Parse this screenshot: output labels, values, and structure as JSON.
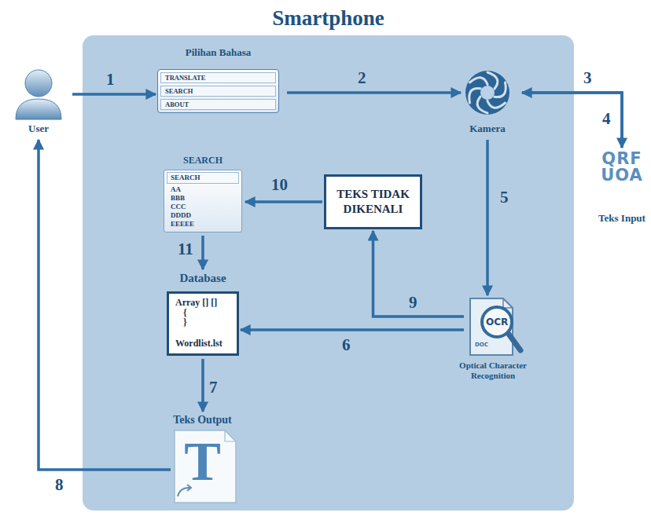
{
  "diagram": {
    "nodes": [
      {
        "text": [
          "Smartphone"
        ]
      },
      {
        "text": [
          "User"
        ]
      },
      {
        "text": [
          "Pilihan Bahasa",
          "TRANSLATE",
          "SEARCH",
          "ABOUT"
        ],
        "in": 0
      },
      {
        "text": [
          "Kamera"
        ],
        "in": 0
      },
      {
        "text": [
          "QRF UOA",
          "Teks Input"
        ]
      },
      {
        "text": [
          "SEARCH",
          "SEARCH",
          "AA",
          "BBB",
          "CCC",
          "DDDD",
          "EEEEE"
        ],
        "in": 0
      },
      {
        "text": [
          "TEKS TIDAK DIKENALI"
        ],
        "in": 0
      },
      {
        "text": [
          "OCR",
          "DOC",
          "Optical Character Recognition"
        ],
        "in": 0
      },
      {
        "text": [
          "Database",
          "Array [] []",
          "{",
          "}",
          "Wordlist.lst"
        ],
        "in": 0
      },
      {
        "text": [
          "Teks Output",
          "T"
        ],
        "in": 0
      }
    ],
    "edges": [
      {
        "from": 1,
        "to": 2,
        "arrow": "to",
        "label": "1"
      },
      {
        "from": 2,
        "to": 3,
        "arrow": "to",
        "label": "2"
      },
      {
        "from": 3,
        "to": 4,
        "arrow": "to",
        "label": "3"
      },
      {
        "from": 4,
        "to": 3,
        "arrow": "to",
        "label": "4"
      },
      {
        "from": 3,
        "to": 7,
        "arrow": "to",
        "label": "5"
      },
      {
        "from": 7,
        "to": 8,
        "arrow": "to",
        "label": "6"
      },
      {
        "from": 8,
        "to": 9,
        "arrow": "to",
        "label": "7"
      },
      {
        "from": 9,
        "to": 1,
        "arrow": "to",
        "label": "8"
      },
      {
        "from": 7,
        "to": 6,
        "arrow": "to",
        "label": "9"
      },
      {
        "from": 6,
        "to": 5,
        "arrow": "to",
        "label": "10"
      },
      {
        "from": 5,
        "to": 8,
        "arrow": "to",
        "label": "11"
      }
    ]
  }
}
